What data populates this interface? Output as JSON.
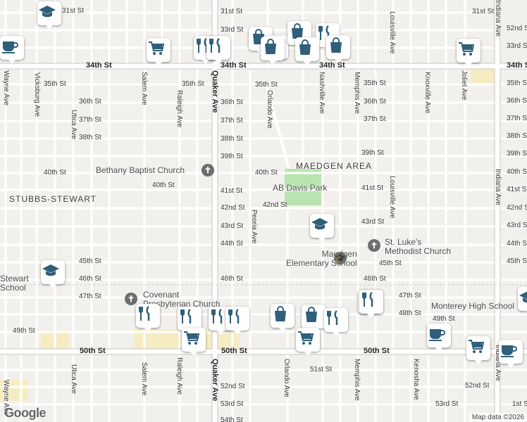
{
  "map": {
    "provider_logo": "Google",
    "attribution": "Map data ©2026",
    "colors": {
      "land": "#f2f0ec",
      "road": "#ffffff",
      "major_road": "#ffffff",
      "park": "#b9e4b0",
      "commercial": "#f6ecc2"
    },
    "streets_horizontal": [
      "31st St",
      "33rd St",
      "33rd St",
      "34th St",
      "34th St",
      "34th St",
      "35th St",
      "35th St",
      "35th St",
      "35th St",
      "36th St",
      "36th St",
      "36th St",
      "37th St",
      "37th St",
      "37th St",
      "38th St",
      "38th St",
      "38th St",
      "39th St",
      "39th St",
      "39th St",
      "40th St",
      "40th St",
      "40th St",
      "40th St",
      "41st St",
      "41st St",
      "41st St",
      "42nd St",
      "42nd St",
      "42nd St",
      "43rd St",
      "43rd St",
      "43rd St",
      "44th St",
      "44th St",
      "45th St",
      "45th St",
      "45th St",
      "46th St",
      "46th St",
      "46th St",
      "47th St",
      "47th St",
      "48th St",
      "49th St",
      "49th St",
      "50th St",
      "50th St",
      "50th St",
      "51st St",
      "52nd St",
      "52nd St",
      "53rd St",
      "53rd St",
      "54th St",
      "1st St",
      "47th St"
    ],
    "streets_vertical": [
      "Wayne Ave",
      "Vicksburg Ave",
      "Utica Ave",
      "Salem Ave",
      "Raleigh Ave",
      "Quaker Ave",
      "Orlando Ave",
      "Nashville Ave",
      "Memphis Ave",
      "Louisville Ave",
      "Knoxville Ave",
      "Joliet Ave",
      "Indiana Ave",
      "Indiana Ave",
      "Indiana Ave",
      "Peoria Ave",
      "Louisville Ave",
      "Wayne Ave",
      "Utica Ave",
      "Salem Ave",
      "Raleigh Ave",
      "Quaker Ave",
      "Orlando Ave",
      "Memphis Ave",
      "Kenosha Ave"
    ],
    "areas": [
      "MAEDGEN AREA",
      "STUBBS-STEWART"
    ],
    "places": [
      {
        "name": "Bethany Baptist Church",
        "icon": "church-icon"
      },
      {
        "name": "AB Davis Park",
        "icon": "park-icon"
      },
      {
        "name": "Maedgen\nElementary School",
        "icon": "school-icon"
      },
      {
        "name": "St. Luke's\nMethodist Church",
        "icon": "church-icon"
      },
      {
        "name": "Covenant\nPresbyterian Church",
        "icon": "church-icon"
      },
      {
        "name": "Monterey High School",
        "icon": "school-icon"
      },
      {
        "name": "Stewart\nSchool",
        "icon": "school-icon"
      }
    ],
    "markers": [
      "school-icon",
      "shopping-bag-icon",
      "shopping-bag-icon",
      "shopping-bag-icon",
      "restaurant-icon",
      "shopping-cart-icon",
      "restaurant-icon",
      "restaurant-icon",
      "cafe-icon",
      "shopping-bag-icon",
      "shopping-bag-icon",
      "shopping-bag-icon",
      "shopping-cart-icon",
      "school-icon",
      "school-icon",
      "restaurant-icon",
      "restaurant-icon",
      "restaurant-icon",
      "restaurant-icon",
      "restaurant-icon",
      "shopping-bag-icon",
      "shopping-bag-icon",
      "restaurant-icon",
      "shopping-cart-icon",
      "shopping-cart-icon",
      "restaurant-icon",
      "cafe-icon",
      "shopping-cart-icon",
      "cafe-icon",
      "school-icon"
    ]
  }
}
